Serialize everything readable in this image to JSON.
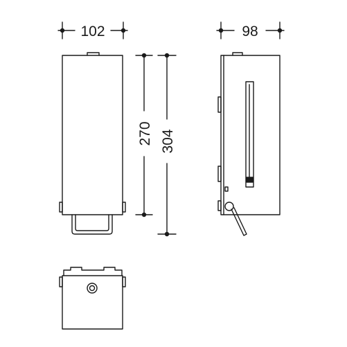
{
  "drawing": {
    "dimensions": {
      "front_width": "102",
      "side_depth": "98",
      "height_body": "270",
      "height_total": "304"
    }
  }
}
